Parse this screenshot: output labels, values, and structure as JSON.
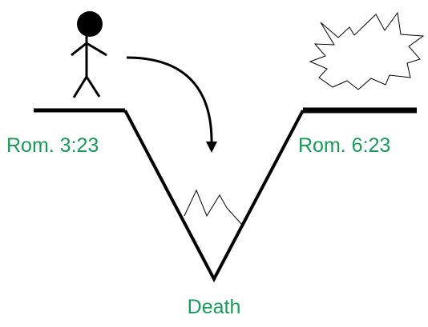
{
  "labels": {
    "left_verse": "Rom. 3:23",
    "right_verse": "Rom. 6:23",
    "bottom": "Death"
  },
  "colors": {
    "label": "#1a9a5a",
    "line": "#000000",
    "figure": "#000000"
  },
  "icons": {
    "person": "stick-figure-icon",
    "arrow": "curved-arrow-down-icon",
    "burst": "starburst-icon",
    "flames": "zigzag-icon"
  }
}
